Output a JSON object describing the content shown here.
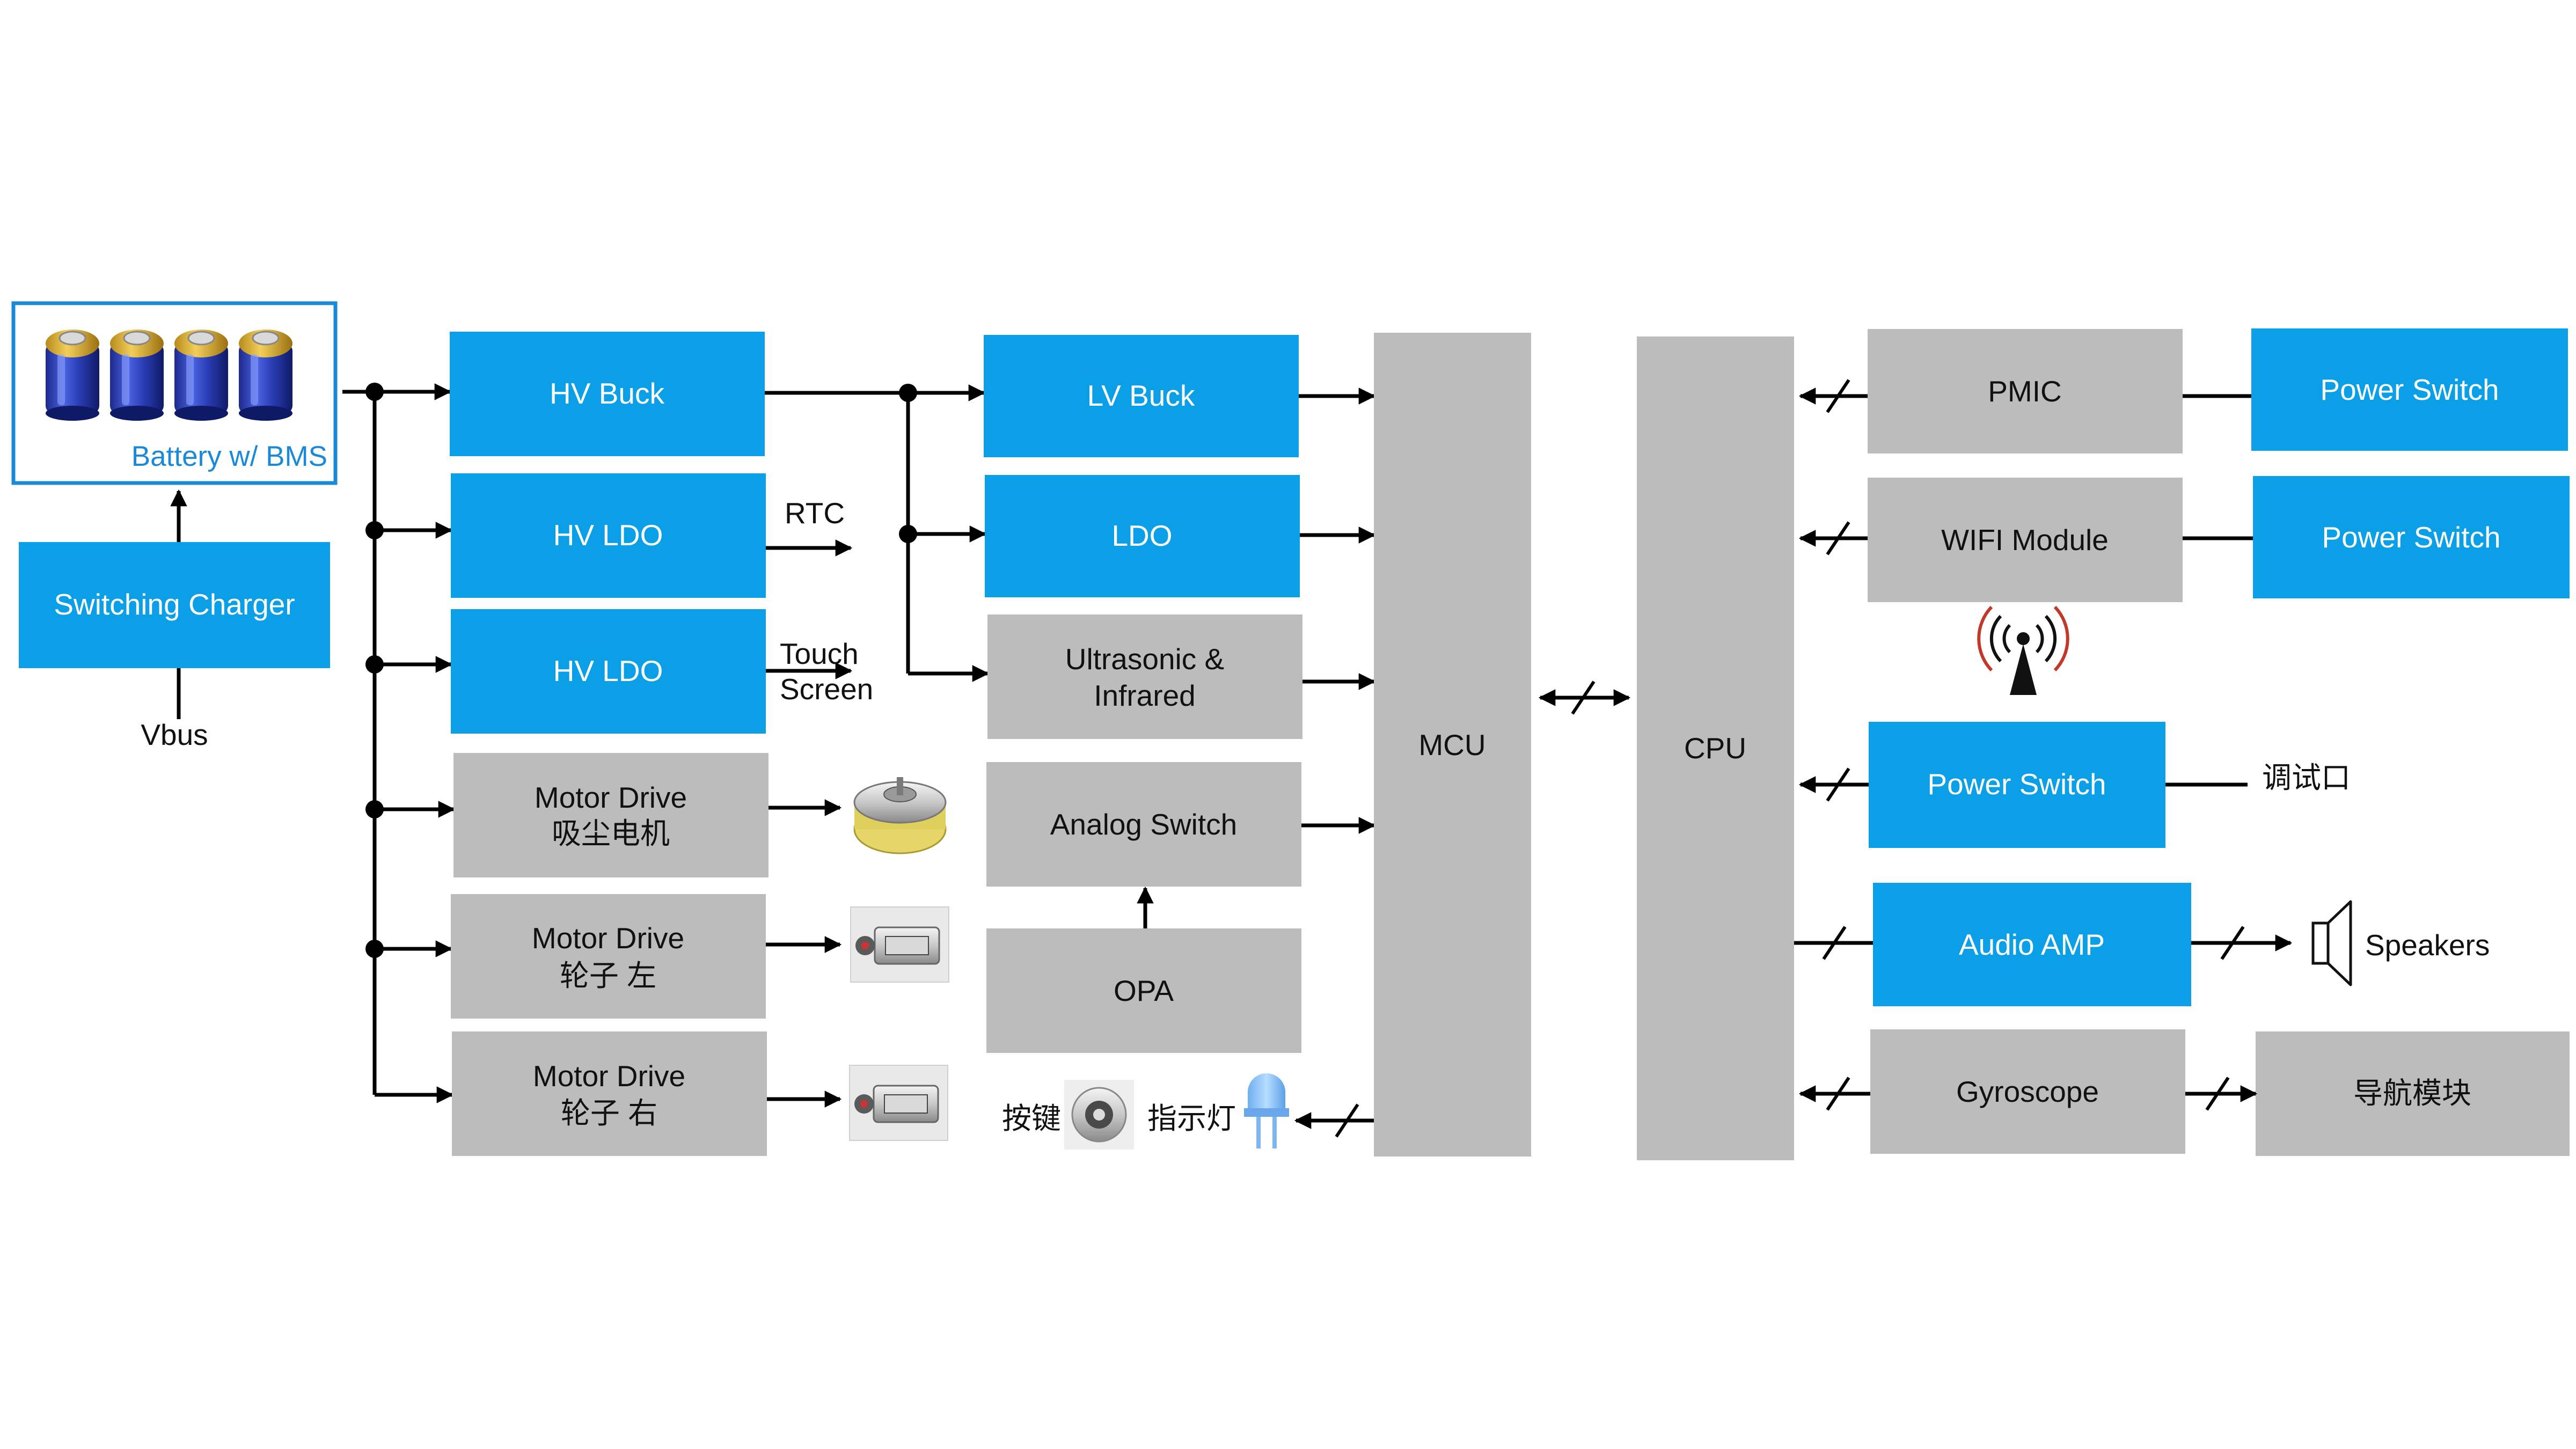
{
  "colors": {
    "blue": "#0a9fe6",
    "gray": "#bcbcbc",
    "line": "#000000",
    "battery_border": "#1a8ad8",
    "battery_label": "#1a8ad8"
  },
  "battery": {
    "label": "Battery w/ BMS",
    "cell_count": 4
  },
  "blocks": {
    "switching_charger": "Switching Charger",
    "hv_buck": "HV Buck",
    "hv_ldo_1": "HV LDO",
    "hv_ldo_2": "HV LDO",
    "motor_vac": [
      "Motor Drive",
      "吸尘电机"
    ],
    "motor_left": [
      "Motor Drive",
      "轮子 左"
    ],
    "motor_right": [
      "Motor Drive",
      "轮子 右"
    ],
    "lv_buck": "LV Buck",
    "ldo": "LDO",
    "ultrasonic": [
      "Ultrasonic &",
      "Infrared"
    ],
    "analog_switch": "Analog Switch",
    "opa": "OPA",
    "mcu": "MCU",
    "cpu": "CPU",
    "pmic": "PMIC",
    "wifi": "WIFI Module",
    "power_switch_1": "Power Switch",
    "power_switch_2": "Power Switch",
    "power_switch_3": "Power Switch",
    "audio_amp": "Audio AMP",
    "gyroscope": "Gyroscope",
    "nav": "导航模块"
  },
  "labels": {
    "vbus": "Vbus",
    "rtc": "RTC",
    "touch_screen": [
      "Touch",
      "Screen"
    ],
    "keys": "按键",
    "indicator": "指示灯",
    "debug_port": "调试口",
    "speakers": "Speakers"
  },
  "icons": [
    "battery-cell-icon",
    "vacuum-motor-icon",
    "wheel-motor-icon",
    "gear-button-icon",
    "led-icon",
    "wifi-antenna-icon",
    "speaker-icon"
  ]
}
